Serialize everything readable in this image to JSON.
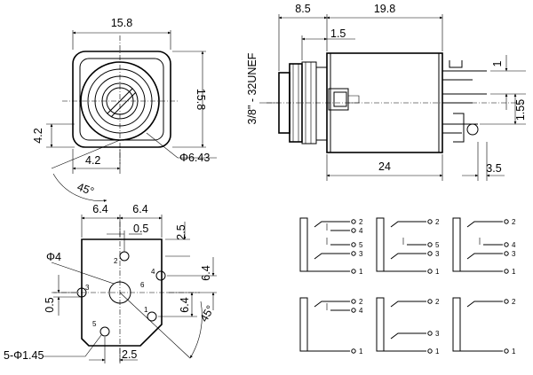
{
  "front": {
    "width": "15.8",
    "height": "15.8",
    "offset_v": "4.2",
    "offset_h": "4.2",
    "angle": "45°",
    "hole": "Φ6.43"
  },
  "side": {
    "nut": "8.5",
    "body": "19.8",
    "flange": "1.5",
    "thread": "3/8\" - 32UNEF",
    "pitch": "1",
    "pin_gap": "1.55",
    "length": "24",
    "terminal": "3.5"
  },
  "pcb": {
    "pins": [
      "2",
      "3",
      "4",
      "1",
      "5",
      "6"
    ],
    "spacing_left": "6.4",
    "spacing_right": "6.4",
    "top_offset": "0.5",
    "top_pitch": "2.5",
    "right_pitch": "6.4",
    "lower_pitch": "6.4",
    "angle": "45°",
    "bushing": "Φ4",
    "left_offset": "0.5",
    "holes": "5-Φ1.45",
    "bottom_pitch": "2.5"
  },
  "schematics": [
    {
      "pins": [
        "2",
        "4",
        "5",
        "3",
        "1"
      ]
    },
    {
      "pins": [
        "2",
        "5",
        "3",
        "1"
      ]
    },
    {
      "pins": [
        "2",
        "4",
        "3",
        "1"
      ]
    },
    {
      "pins": [
        "2",
        "4",
        "1"
      ]
    },
    {
      "pins": [
        "2",
        "3",
        "1"
      ]
    },
    {
      "pins": [
        "2",
        "1"
      ]
    }
  ]
}
